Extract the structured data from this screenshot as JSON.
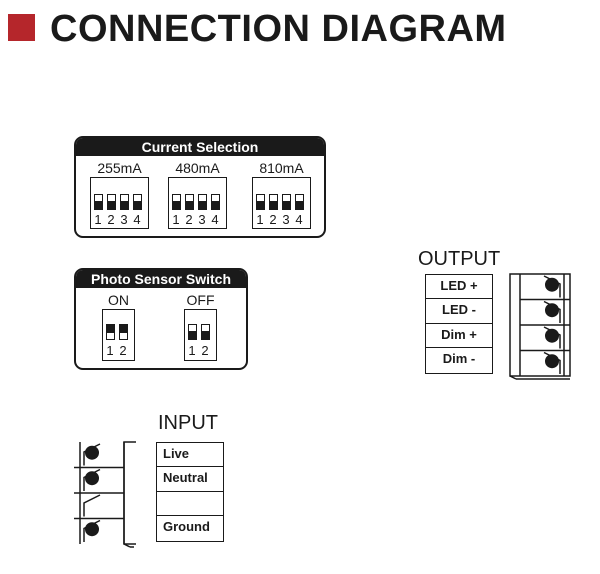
{
  "header": {
    "title": "CONNECTION DIAGRAM",
    "accent_color": "#b5262b"
  },
  "current_selection": {
    "title": "Current Selection",
    "groups": [
      {
        "label": "255mA",
        "switch_numbers": [
          "1",
          "2",
          "3",
          "4"
        ],
        "switch_states": [
          "down",
          "down",
          "down",
          "down"
        ]
      },
      {
        "label": "480mA",
        "switch_numbers": [
          "1",
          "2",
          "3",
          "4"
        ],
        "switch_states": [
          "down",
          "down",
          "down",
          "down"
        ]
      },
      {
        "label": "810mA",
        "switch_numbers": [
          "1",
          "2",
          "3",
          "4"
        ],
        "switch_states": [
          "down",
          "down",
          "down",
          "down"
        ]
      }
    ]
  },
  "photo_sensor": {
    "title": "Photo Sensor Switch",
    "groups": [
      {
        "label": "ON",
        "switch_numbers": [
          "1",
          "2"
        ],
        "switch_states": [
          "up",
          "up"
        ]
      },
      {
        "label": "OFF",
        "switch_numbers": [
          "1",
          "2"
        ],
        "switch_states": [
          "down",
          "down"
        ]
      }
    ]
  },
  "output": {
    "label": "OUTPUT",
    "terminals": [
      "LED +",
      "LED -",
      "Dim +",
      "Dim -"
    ],
    "wired": [
      true,
      true,
      true,
      true
    ]
  },
  "input": {
    "label": "INPUT",
    "terminals": [
      "Live",
      "Neutral",
      "",
      "Ground"
    ],
    "wired": [
      true,
      true,
      false,
      true
    ]
  }
}
